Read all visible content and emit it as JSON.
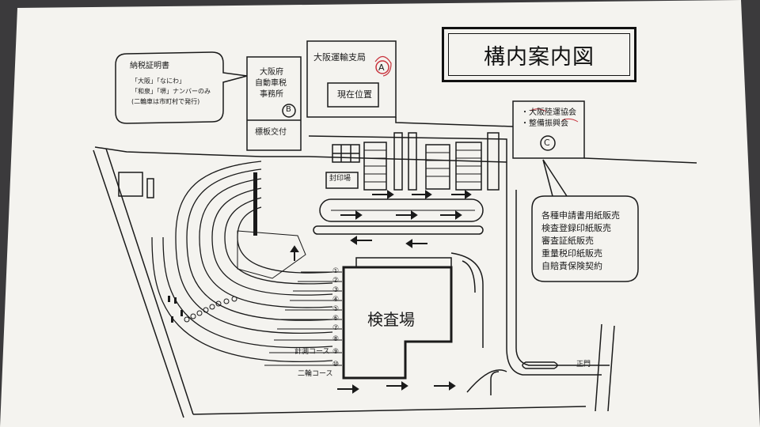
{
  "title": "構内案内図",
  "buildings": {
    "a": {
      "name": "大阪運輸支局",
      "marker": "A",
      "sub": "現在位置"
    },
    "b": {
      "lines": [
        "大阪府",
        "自動車税",
        "事務所"
      ],
      "marker": "B",
      "sub": "標板交付"
    },
    "c": {
      "lines": [
        "・大阪陸運協会",
        "・整備振興会"
      ],
      "marker": "C"
    },
    "inspection": "検査場",
    "seal": "封印場"
  },
  "callout_b": {
    "lines": [
      "納税証明書",
      "「大阪」「なにわ」",
      "「和泉」「堺」ナンバーのみ",
      "(二輪車は市町村で発行)"
    ]
  },
  "callout_c": {
    "lines": [
      "各種申請書用紙販売",
      "検査登録印紙販売",
      "審査証紙販売",
      "重量税印紙販売",
      "自賠責保険契約"
    ]
  },
  "lanes": {
    "numbers": [
      "①",
      "②",
      "③",
      "④",
      "⑤",
      "⑥",
      "⑦",
      "⑧",
      "⑨",
      "⑩"
    ],
    "measure": "計測コース",
    "bike": "二輪コース"
  },
  "gate": "正門",
  "colors": {
    "paper": "#f4f3ef",
    "ink": "#1a1a1a",
    "background": "#3b3a3c",
    "marker_red": "#c8323c"
  }
}
